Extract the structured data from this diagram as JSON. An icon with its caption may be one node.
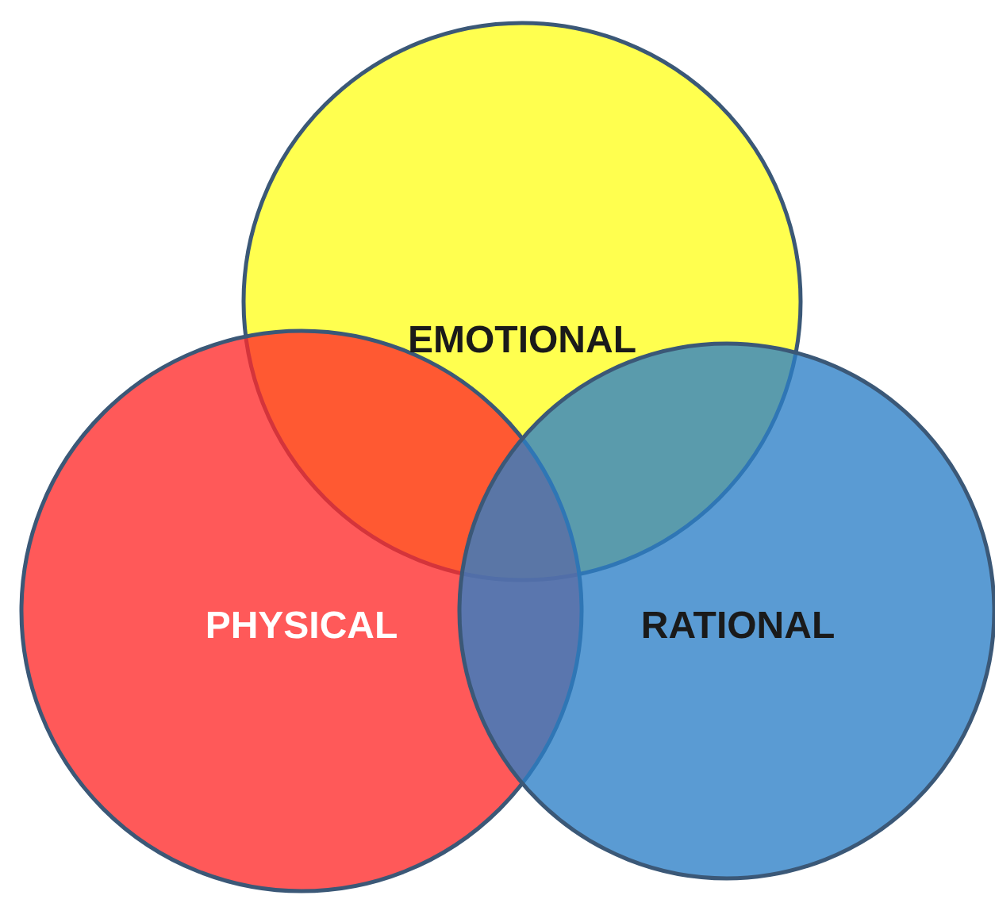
{
  "diagram": {
    "nodes": [
      {
        "text": [
          "EMOTIONAL"
        ]
      },
      {
        "text": [
          "PHYSICAL"
        ]
      },
      {
        "text": [
          "RATIONAL"
        ]
      }
    ]
  }
}
